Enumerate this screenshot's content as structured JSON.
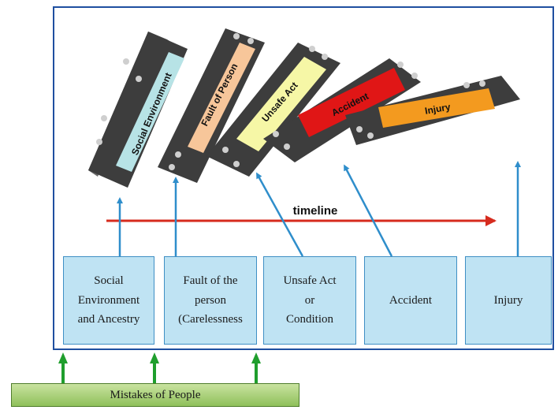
{
  "diagram": {
    "dominoes": [
      {
        "label": "Social Environment",
        "color": "#b7e3e6"
      },
      {
        "label": "Fault of Person",
        "color": "#f7c69a"
      },
      {
        "label": "Unsafe Act",
        "color": "#f6f7a6"
      },
      {
        "label": "Accident",
        "color": "#e01616"
      },
      {
        "label": "Injury",
        "color": "#f39a1f"
      }
    ],
    "timeline_label": "timeline",
    "boxes": [
      {
        "lines": [
          "Social",
          "Environment",
          "and Ancestry"
        ]
      },
      {
        "lines": [
          "Fault of the",
          "person",
          "(Carelessness"
        ]
      },
      {
        "lines": [
          "Unsafe Act",
          "or",
          "Condition"
        ]
      },
      {
        "lines": [
          "Accident"
        ]
      },
      {
        "lines": [
          "Injury"
        ]
      }
    ],
    "base_label": "Mistakes of People",
    "colors": {
      "frame": "#1f4fa0",
      "box_fill": "#bfe3f3",
      "arrow_blue": "#2f8ecb",
      "timeline_red": "#d62b1e",
      "arrow_green": "#1f9e2d",
      "domino_body": "#3a3a3a"
    }
  }
}
